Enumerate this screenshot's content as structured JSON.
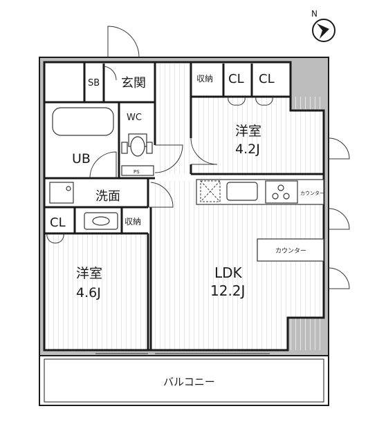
{
  "rooms": {
    "sb": "SB",
    "genkan": "玄関",
    "shuno_top": "収納",
    "cl_top_1": "CL",
    "cl_top_2": "CL",
    "wc": "WC",
    "ps": "PS",
    "ub": "UB",
    "yoshitsu_1": "洋室",
    "yoshitsu_1_size": "4.2J",
    "senmen": "洗面",
    "cl_left": "CL",
    "shuno_left": "収納",
    "counter_small": "カウンター",
    "counter": "カウンター",
    "yoshitsu_2": "洋室",
    "yoshitsu_2_size": "4.6J",
    "ldk": "LDK",
    "ldk_size": "12.2J",
    "balcony": "バルコニー"
  },
  "compass": {
    "label": "N",
    "icon": "compass-icon"
  },
  "colors": {
    "wall": "#1a1a1a",
    "pillar": "#bdbdbd",
    "floor_line": "#e3e3e3",
    "line": "#333333"
  }
}
